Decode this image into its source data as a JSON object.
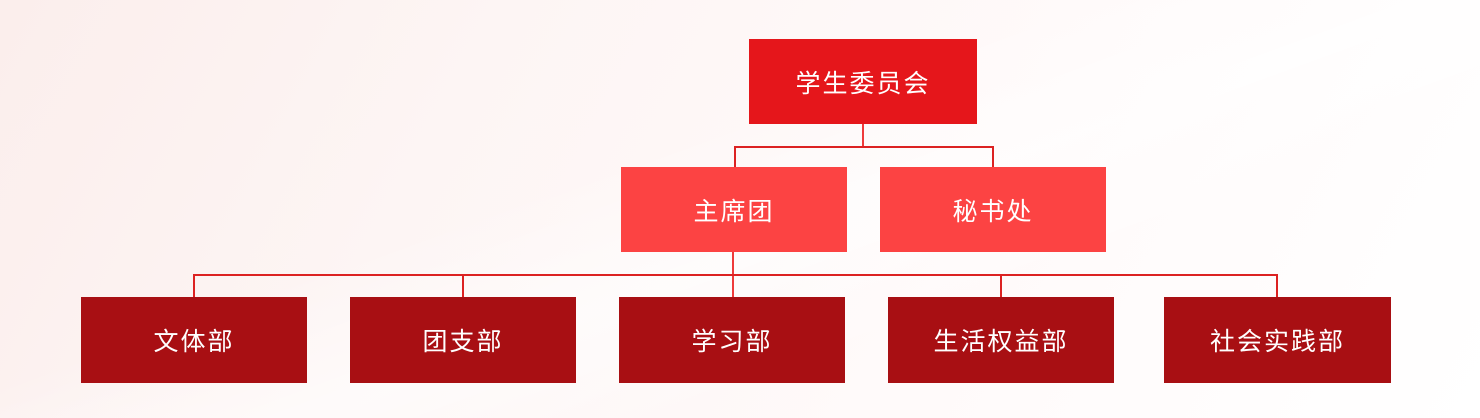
{
  "diagram": {
    "type": "organization-chart",
    "nodes": [
      {
        "id": "student-committee",
        "label": "学生委员会",
        "level": 1,
        "parent": null
      },
      {
        "id": "presidium",
        "label": "主席团",
        "level": 2,
        "parent": "student-committee"
      },
      {
        "id": "secretariat",
        "label": "秘书处",
        "level": 2,
        "parent": "student-committee"
      },
      {
        "id": "dept-culture-sports",
        "label": "文体部",
        "level": 3,
        "parent": "presidium"
      },
      {
        "id": "dept-league-branch",
        "label": "团支部",
        "level": 3,
        "parent": "presidium"
      },
      {
        "id": "dept-study",
        "label": "学习部",
        "level": 3,
        "parent": "presidium"
      },
      {
        "id": "dept-life-rights",
        "label": "生活权益部",
        "level": 3,
        "parent": "presidium"
      },
      {
        "id": "dept-social-practice",
        "label": "社会实践部",
        "level": 3,
        "parent": "presidium"
      }
    ],
    "colors": {
      "level1_box": "#e5161b",
      "level2_box": "#fc4343",
      "level3_box": "#a80f13",
      "connector": "#dc2222",
      "connector_bright": "#ee3b3b",
      "text": "#ffffff",
      "background_tint": "#fbeeec",
      "background_end": "#ffffff"
    }
  }
}
